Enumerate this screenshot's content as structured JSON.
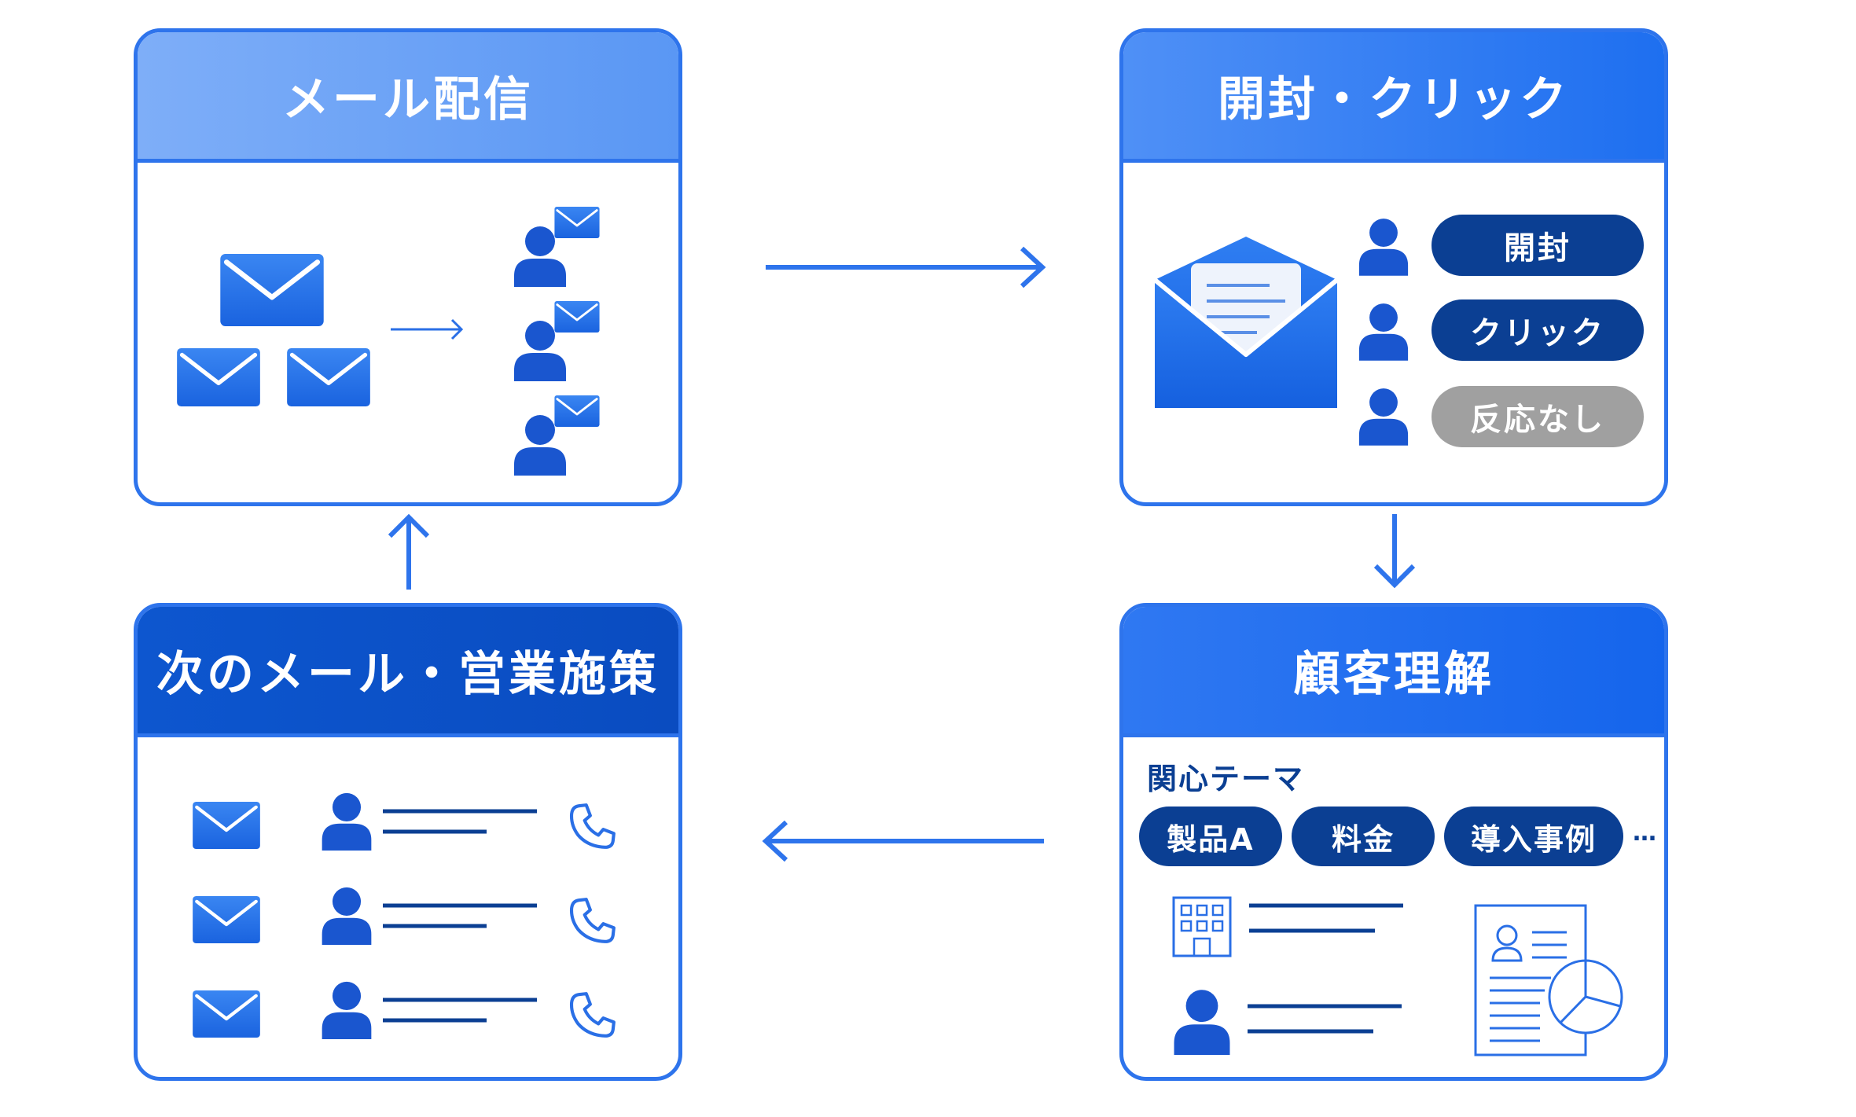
{
  "colors": {
    "primary": "#2e74ec",
    "navy": "#0b3f93",
    "blue": "#1a5fd6",
    "gray": "#a0a0a0"
  },
  "cards": {
    "mail_delivery": {
      "title": "メール配信"
    },
    "open_click": {
      "title": "開封・クリック",
      "statuses": [
        {
          "label": "開封",
          "color": "#0b3f93"
        },
        {
          "label": "クリック",
          "color": "#0b3f93"
        },
        {
          "label": "反応なし",
          "color": "#a0a0a0"
        }
      ]
    },
    "customer_understanding": {
      "title": "顧客理解",
      "interest_label": "関心テーマ",
      "tags": [
        "製品A",
        "料金",
        "導入事例"
      ],
      "more": "…"
    },
    "next_actions": {
      "title": "次のメール・営業施策"
    }
  },
  "icons": [
    "envelope-icon",
    "person-icon",
    "arrow-right-icon",
    "arrow-left-icon",
    "arrow-up-icon",
    "arrow-down-icon",
    "open-envelope-icon",
    "building-icon",
    "document-chart-icon",
    "phone-icon"
  ]
}
